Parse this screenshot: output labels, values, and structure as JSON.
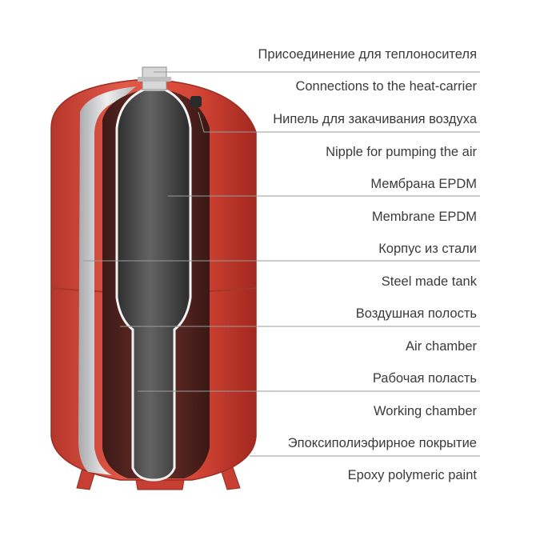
{
  "labels": [
    {
      "ru": "Присоединение для теплоносителя",
      "en": "Connections to the heat-carrier"
    },
    {
      "ru": "Нипель для закачивания воздуха",
      "en": "Nipple for pumping the air"
    },
    {
      "ru": "Мембрана EPDM",
      "en": "Membrane EPDM"
    },
    {
      "ru": "Корпус из стали",
      "en": "Steel made tank"
    },
    {
      "ru": "Воздушная полость",
      "en": "Air chamber"
    },
    {
      "ru": "Рабочая поласть",
      "en": "Working chamber"
    },
    {
      "ru": "Эпоксиполиэфирное покрытие",
      "en": "Epoxy polymeric paint"
    }
  ],
  "colors": {
    "tank_red": "#d8483a",
    "tank_dark_red": "#8e2f26",
    "interior": "#5b2823",
    "membrane": "#4a4a4a",
    "steel": "#cfd0d2",
    "leader_line": "#9a9a9a"
  }
}
